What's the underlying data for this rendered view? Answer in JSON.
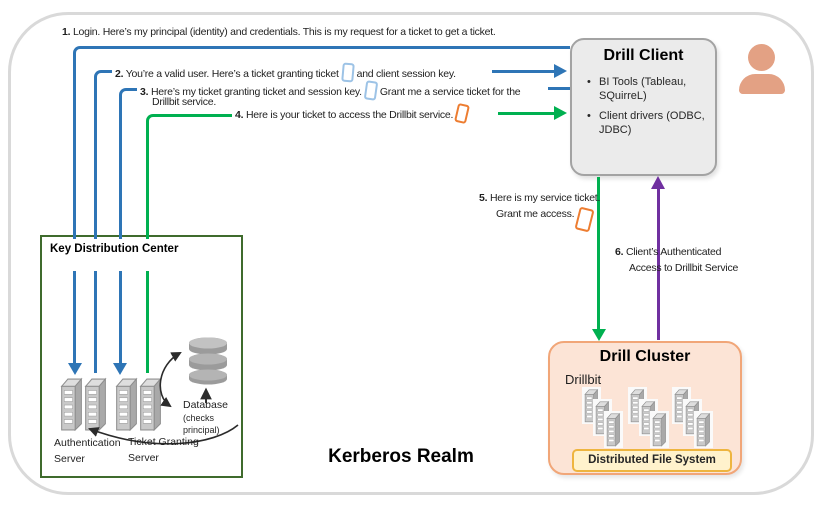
{
  "realm_label": "Kerberos Realm",
  "steps": {
    "s1": {
      "num": "1.",
      "text": "Login.  Here’s my principal (identity) and credentials. This is my request for a ticket to get a ticket."
    },
    "s2": {
      "num": "2.",
      "text_a": "You’re a valid user. Here’s a ticket granting ticket",
      "text_b": "and client session key."
    },
    "s3": {
      "num": "3.",
      "text_a": "Here’s my ticket granting ticket and session key.",
      "text_b": "Grant me a service ticket for the",
      "text_c": "Drillbit service."
    },
    "s4": {
      "num": "4.",
      "text": "Here is your ticket to access the Drillbit service."
    },
    "s5": {
      "num": "5.",
      "line1": "Here is my service ticket.",
      "line2": "Grant me access."
    },
    "s6": {
      "num": "6.",
      "line1": "Client’s Authenticated",
      "line2": "Access to Drillbit Service"
    }
  },
  "drill_client": {
    "title": "Drill Client",
    "bullets": [
      "BI Tools (Tableau, SQuirreL)",
      "Client drivers (ODBC, JDBC)"
    ]
  },
  "kdc": {
    "title": "Key Distribution Center",
    "auth_server_label": "Authentication Server",
    "ticket_granting_label": "Ticket Granting Server",
    "database_label": "Database",
    "database_note": "(checks principal)"
  },
  "drill_cluster": {
    "title": "Drill Cluster",
    "drillbit_label": "Drillbit",
    "dfs_label": "Distributed File System"
  },
  "icons": {
    "bullet": "•",
    "ticket_blue": "ticket-icon",
    "ticket_orange": "service-ticket-icon",
    "person": "user-icon",
    "server": "server-tower-icon",
    "database": "database-icon"
  },
  "colors": {
    "step_blue": "#2e75b6",
    "step_green": "#00b050",
    "step_purple": "#7030a0",
    "ticket_orange": "#ed7d31",
    "ticket_blue": "#9dc3e6",
    "kdc_border": "#3f6b2d",
    "client_fill": "#ebebeb",
    "client_border": "#a3a3a3",
    "cluster_fill": "#fce4d6",
    "cluster_border": "#f1a678",
    "dfs_fill": "#fff2cc",
    "dfs_border": "#eeb53f",
    "person": "#e3a184"
  }
}
